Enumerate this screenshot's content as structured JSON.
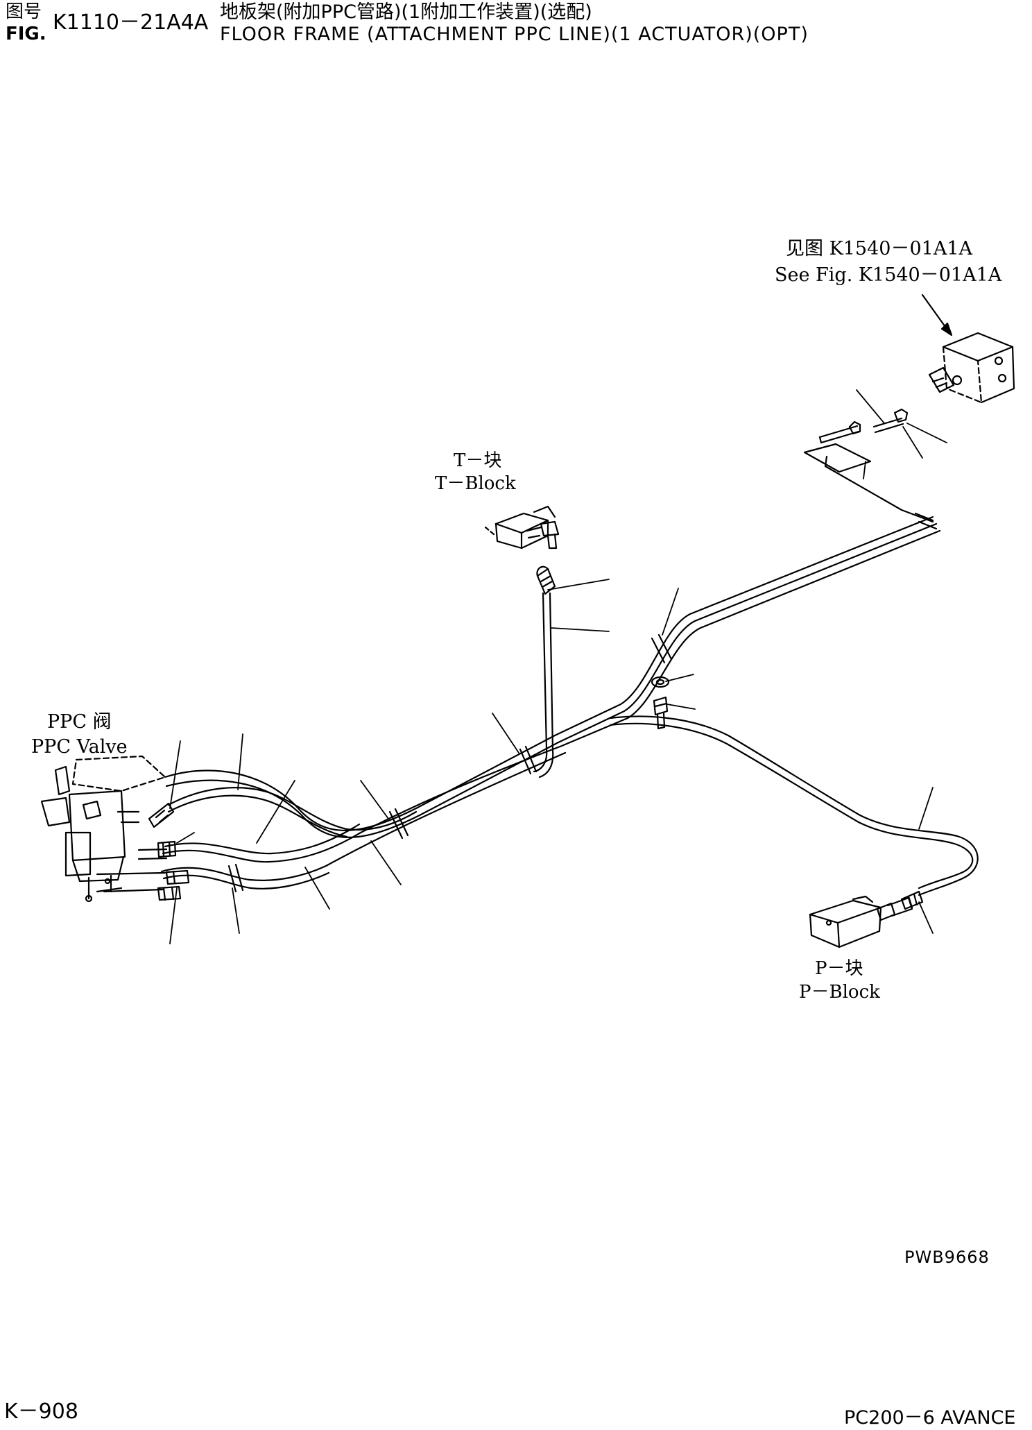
{
  "header": {
    "fig_label_cn": "图号",
    "fig_label_en": "FIG.",
    "fig_number": "K1110－21A4A",
    "title_cn": "地板架(附加PPC管路)(1附加工作装置)(选配)",
    "title_en": "FLOOR FRAME (ATTACHMENT PPC LINE)(1 ACTUATOR)(OPT)"
  },
  "callouts": {
    "see_fig_cn": "见图 K1540－01A1A",
    "see_fig_en": "See Fig. K1540－01A1A",
    "t_block_cn": "T－块",
    "t_block_en": "T－Block",
    "ppc_valve_cn": "PPC 阀",
    "ppc_valve_en": "PPC Valve",
    "p_block_cn": "P－块",
    "p_block_en": "P－Block"
  },
  "footer": {
    "drawing_code": "PWB9668",
    "page_number": "K－908",
    "model": "PC200－6 AVANCE"
  }
}
